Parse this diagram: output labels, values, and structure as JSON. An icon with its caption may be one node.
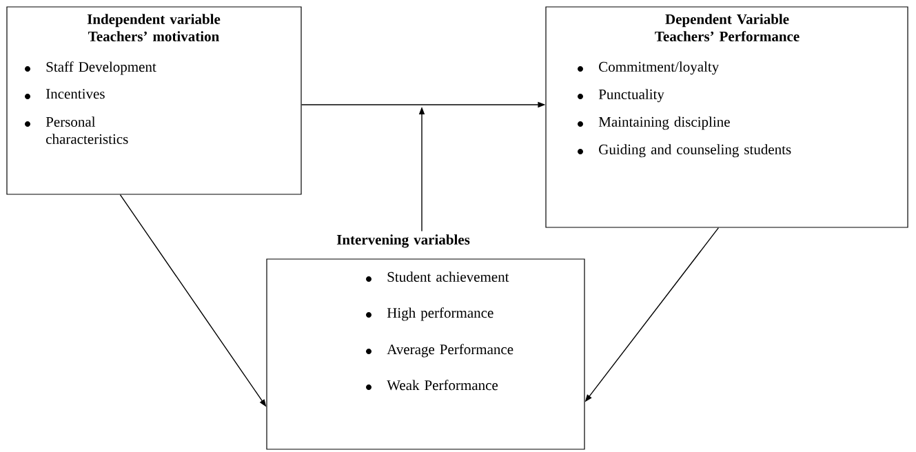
{
  "diagram": {
    "nodes": [
      {
        "text": [
          "Independent variable Teachers’ motivation",
          "Staff Development",
          "Incentives",
          "Personal characteristics"
        ]
      },
      {
        "text": [
          "Dependent Variable Teachers’ Performance",
          "Commitment/loyalty",
          "Punctuality",
          "Maintaining discipline",
          "Guiding and counseling students"
        ]
      },
      {
        "text": [
          "Intervening variables",
          "Student achievement",
          "High performance",
          "Average Performance",
          "Weak Performance"
        ]
      }
    ],
    "edges": [
      {
        "from": 0,
        "to": 1,
        "arrow": "to"
      },
      {
        "from": 2,
        "to": null,
        "arrow": "to"
      },
      {
        "from": 0,
        "to": 2,
        "arrow": "to"
      },
      {
        "from": 1,
        "to": 2,
        "arrow": "to"
      }
    ]
  }
}
